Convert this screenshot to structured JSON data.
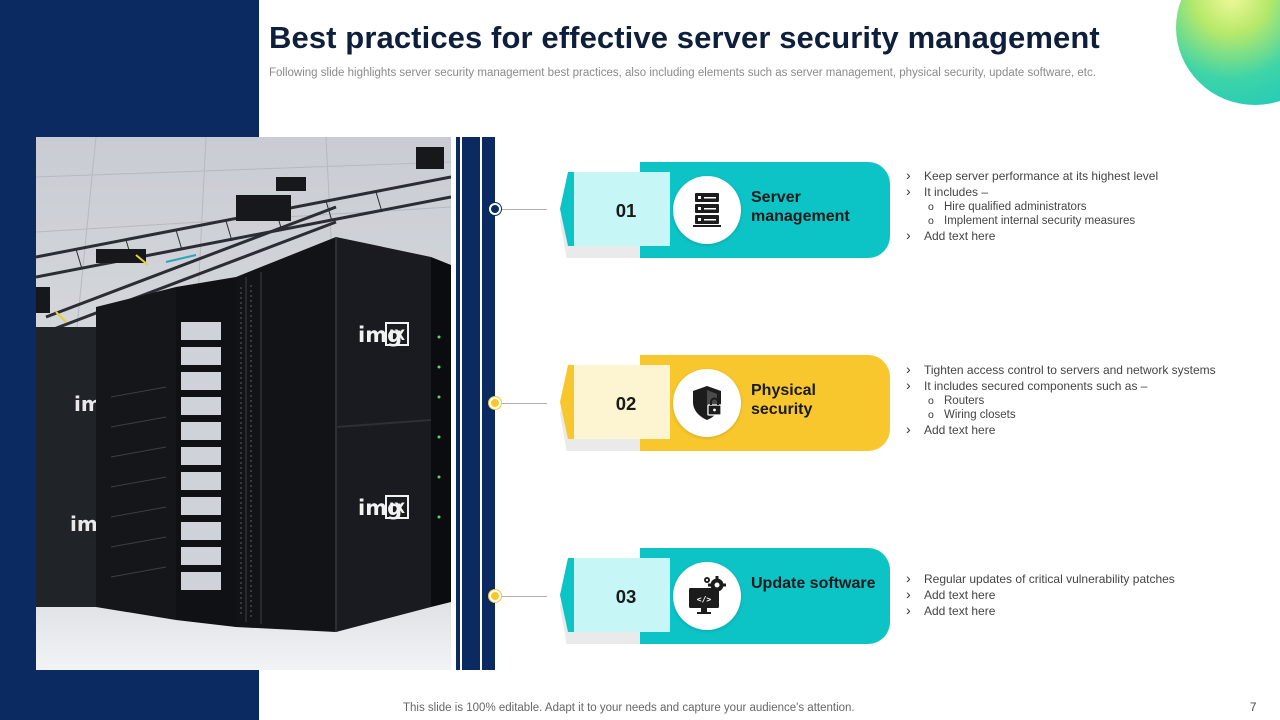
{
  "slide": {
    "title": "Best practices for effective server security management",
    "subtitle": "Following slide highlights server security management best practices, also including elements such as server management, physical security, update software, etc.",
    "footer": "This slide is 100% editable. Adapt it to your needs and capture your audience's attention.",
    "page_number": "7"
  },
  "photo": {
    "rack_brand": "imgIX",
    "rack_brand_prefix": "img",
    "rack_brand_suffix": "IX"
  },
  "colors": {
    "navy": "#0b2a62",
    "teal": "#0cc3c6",
    "teal_light": "#c7f6f7",
    "gold": "#f7c72d",
    "gold_light": "#fdf4d2"
  },
  "practices": [
    {
      "number": "01",
      "label": "Server management",
      "icon": "server-rack-icon",
      "theme": "teal",
      "bullets": [
        {
          "text": "Keep server  performance  at its highest level",
          "sub": []
        },
        {
          "text": "It includes –",
          "sub": [
            "Hire qualified administrators",
            "Implement internal security measures"
          ]
        },
        {
          "text": "Add text here",
          "sub": []
        }
      ]
    },
    {
      "number": "02",
      "label": "Physical security",
      "icon": "shield-lock-icon",
      "theme": "gold",
      "bullets": [
        {
          "text": "Tighten  access control to servers  and  network  systems",
          "sub": []
        },
        {
          "text": "It includes secured components  such as –",
          "sub": [
            "Routers",
            "Wiring closets"
          ]
        },
        {
          "text": "Add text here",
          "sub": []
        }
      ]
    },
    {
      "number": "03",
      "label": "Update software",
      "icon": "code-monitor-gear-icon",
      "theme": "teal",
      "bullets": [
        {
          "text": "Regular  updates  of critical  vulnerability  patches",
          "sub": []
        },
        {
          "text": "Add text here",
          "sub": []
        },
        {
          "text": "Add text here",
          "sub": []
        }
      ]
    }
  ]
}
